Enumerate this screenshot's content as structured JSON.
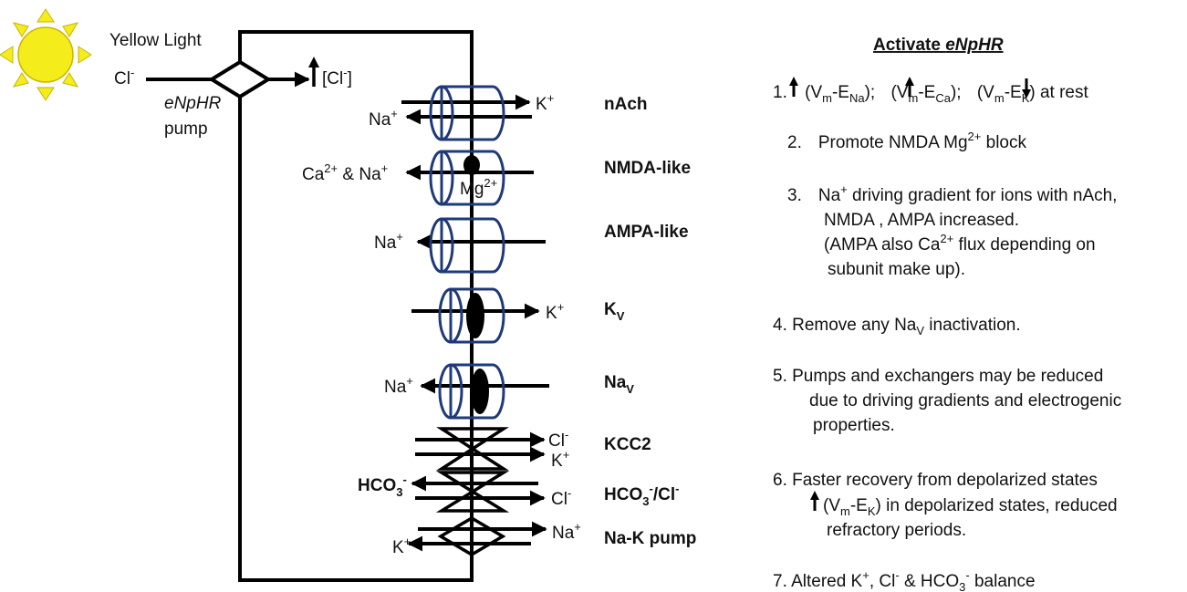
{
  "source": {
    "light_label": "Yellow Light",
    "pump_name": "eNpHR",
    "pump_word": "pump",
    "chloride_in": "Cl",
    "chloride_in_sup": "-",
    "chloride_conc_text": "[Cl",
    "chloride_conc_sup": "-",
    "chloride_conc_close": "]"
  },
  "channels": [
    {
      "name": "nAch",
      "left_ion": "Na",
      "left_sup": "+",
      "right_ion": "K",
      "right_sup": "+"
    },
    {
      "name": "NMDA-like",
      "left_ion": "Ca",
      "left_sup": "2+",
      "left_mid": " & Na",
      "left_sup2": "+",
      "block_ion": "Mg",
      "block_sup": "2+"
    },
    {
      "name": "AMPA-like",
      "left_ion": "Na",
      "left_sup": "+"
    },
    {
      "name_main": "K",
      "name_sub": "V",
      "right_ion": "K",
      "right_sup": "+"
    },
    {
      "name_main": "Na",
      "name_sub": "V",
      "left_ion": "Na",
      "left_sup": "+"
    },
    {
      "name": "KCC2",
      "right_ion1": "Cl",
      "right_sup1": "-",
      "right_ion2": "K",
      "right_sup2": "+"
    },
    {
      "name_main": "HCO",
      "name_sub": "3",
      "name_sup": "-",
      "name_tail": "/Cl",
      "name_tail_sup": "-",
      "left_ion": "HCO",
      "left_sub": "3",
      "left_sup": "-",
      "right_ion": "Cl",
      "right_sup": "-"
    },
    {
      "name": "Na-K pump",
      "right_ion": "Na",
      "right_sup": "+",
      "left_ion": "K",
      "left_sup": "+"
    }
  ],
  "panel": {
    "title_plain": "Activate ",
    "title_italic": "eNpHR",
    "items": [
      {
        "n": "1. ",
        "t1": "(V",
        "s1": "m",
        "t2": "-E",
        "s2": "Na",
        "t3": "); ",
        "t4": "(V",
        "s3": "m",
        "t5": "-E",
        "s4": "Ca",
        "t6": "); ",
        "t7": "(V",
        "s5": "m",
        "t8": "-E",
        "s6": "K",
        "t9": ") at rest"
      },
      {
        "n": "2.",
        "t1": "Promote NMDA Mg",
        "sup": "2+",
        "t2": " block"
      },
      {
        "n": "3.",
        "l1a": "Na",
        "l1sup": "+",
        "l1b": " driving gradient for ions with nAch,",
        "l2": "NMDA , AMPA increased.",
        "l3a": "(AMPA  also Ca",
        "l3sup": "2+",
        "l3b": " flux depending on",
        "l4": "subunit make up)."
      },
      {
        "n": "4. ",
        "t1": "Remove any Na",
        "sub": "V",
        "t2": " inactivation."
      },
      {
        "n": "5. ",
        "l1": "Pumps and exchangers may be reduced",
        "l2": "due to driving gradients and electrogenic",
        "l3": "properties."
      },
      {
        "n": "6. ",
        "l1": "Faster recovery from depolarized states",
        "l2a": "(V",
        "l2s1": "m",
        "l2b": "-E",
        "l2s2": "K",
        "l2c": ") in depolarized states, reduced",
        "l3": "refractory periods."
      },
      {
        "n": "7. ",
        "t1": "Altered K",
        "sup1": "+",
        "t2": ", Cl",
        "sup2": "-",
        "t3": " &  HCO",
        "sub": "3",
        "sup3": "-",
        "t4": " balance"
      }
    ]
  },
  "colors": {
    "channel_outline": "#1f3a7a",
    "sun_fill": "#f5ec1c",
    "line": "#000000"
  }
}
